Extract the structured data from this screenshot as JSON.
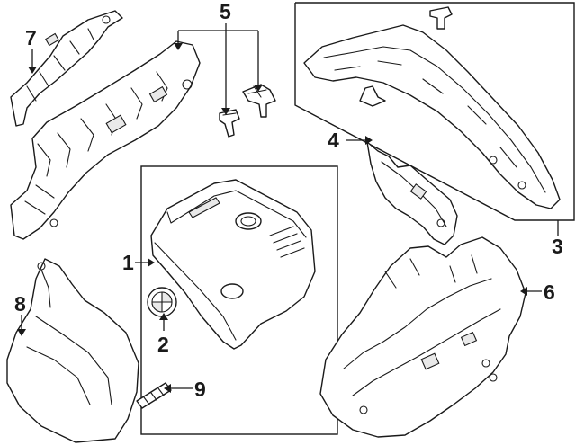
{
  "callouts": {
    "c1": "1",
    "c2": "2",
    "c3": "3",
    "c4": "4",
    "c5": "5",
    "c6": "6",
    "c7": "7",
    "c8": "8",
    "c9": "9"
  },
  "colors": {
    "line": "#1a1a1a",
    "background": "#ffffff",
    "shade": "#e9e9e9"
  },
  "parts": [
    "engine-cover",
    "emblem",
    "side-insulator-shield",
    "shield-bracket",
    "push-clip",
    "intake-insulator",
    "rear-insulator",
    "timing-cover-insulator",
    "stud"
  ]
}
